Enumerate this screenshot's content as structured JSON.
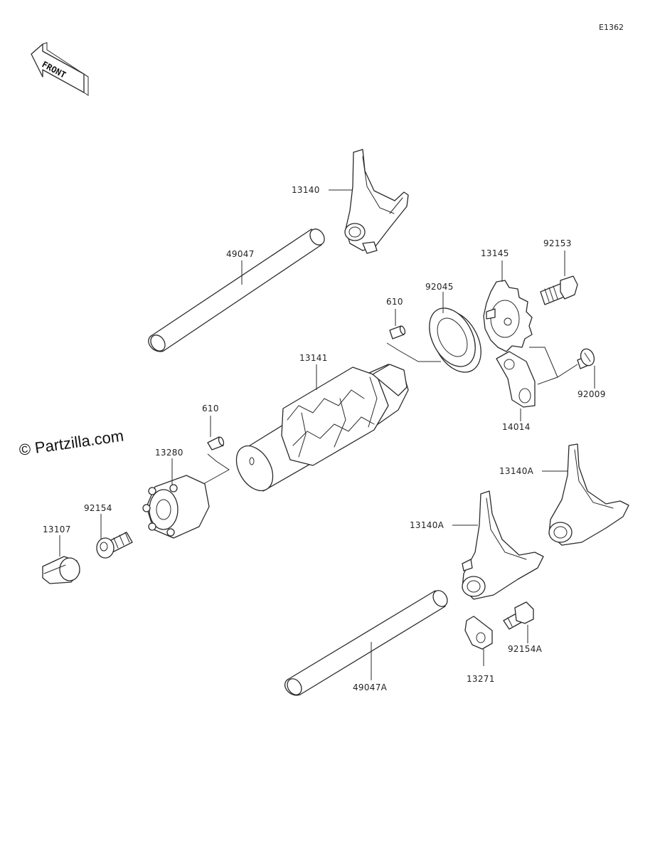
{
  "diagram": {
    "code": "E1362",
    "front_label": "FRONT",
    "watermark": "© Partzilla.com",
    "callouts": {
      "p13140": "13140",
      "p49047": "49047",
      "p13145": "13145",
      "p92153": "92153",
      "p92045": "92045",
      "p610_top": "610",
      "p13141": "13141",
      "p92009": "92009",
      "p14014": "14014",
      "p610_left": "610",
      "p13280": "13280",
      "p92154": "92154",
      "p13107": "13107",
      "p13140A_right": "13140A",
      "p13140A_left": "13140A",
      "p49047A": "49047A",
      "p13271": "13271",
      "p92154A": "92154A"
    }
  }
}
